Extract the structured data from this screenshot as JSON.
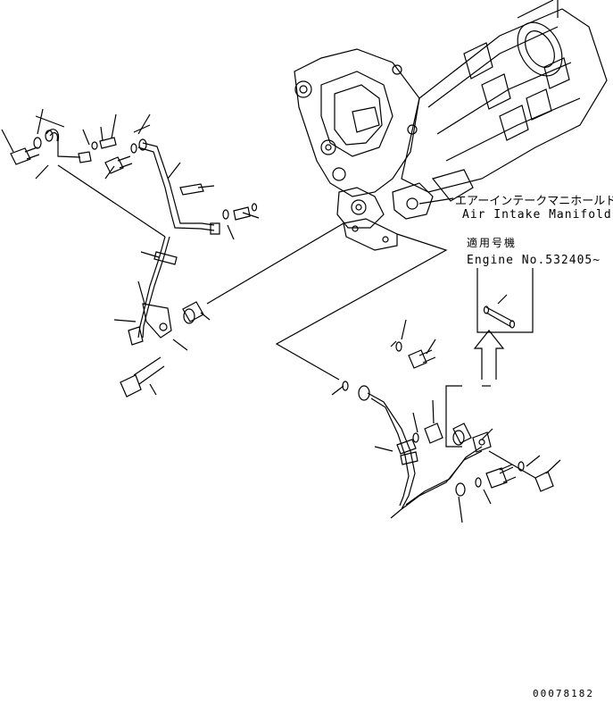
{
  "labels": {
    "part_name_jp": "エアーインテークマニホールド",
    "part_name_en": "Air Intake Manifold",
    "applicable_jp": "適用号機",
    "applicable_en": "Engine No.532405~",
    "drawing_code": "00078182"
  }
}
